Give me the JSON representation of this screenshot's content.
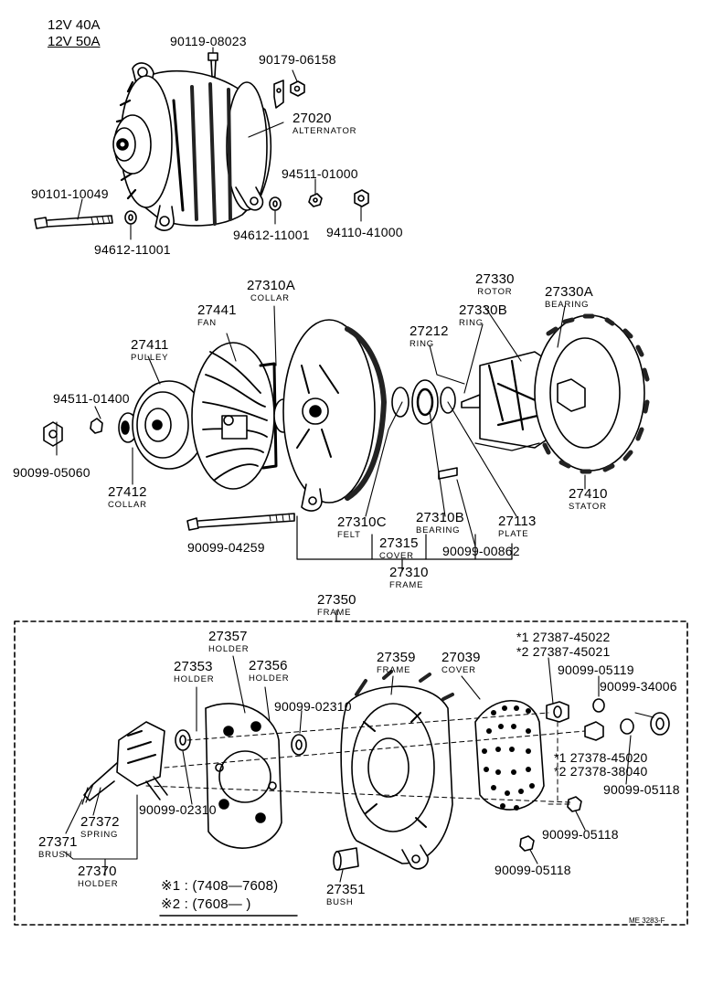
{
  "header": {
    "line1": "12V 40A",
    "line2": "12V 50A"
  },
  "parts": {
    "p90119_08023": "90119-08023",
    "p90179_06158": "90179-06158",
    "p27020": "27020",
    "p27020_name": "ALTERNATOR",
    "p94511_01000": "94511-01000",
    "p90101_10049": "90101-10049",
    "p94612_11001_a": "94612-11001",
    "p94612_11001_b": "94612-11001",
    "p94110_41000": "94110-41000",
    "p27330": "27330",
    "p27330_name": "ROTOR",
    "p27310A": "27310A",
    "p27310A_name": "COLLAR",
    "p27330A": "27330A",
    "p27330A_name": "BEARING",
    "p27441": "27441",
    "p27441_name": "FAN",
    "p27330B": "27330B",
    "p27330B_name": "RING",
    "p27212": "27212",
    "p27212_name": "RING",
    "p27411": "27411",
    "p27411_name": "PULLEY",
    "p94511_01400": "94511-01400",
    "p90099_05060": "90099-05060",
    "p27412": "27412",
    "p27412_name": "COLLAR",
    "p27410": "27410",
    "p27410_name": "STATOR",
    "p27310C": "27310C",
    "p27310C_name": "FELT",
    "p27310B": "27310B",
    "p27310B_name": "BEARING",
    "p27113": "27113",
    "p27113_name": "PLATE",
    "p90099_04259": "90099-04259",
    "p27315": "27315",
    "p27315_name": "COVER",
    "p90099_00862": "90099-00862",
    "p27310": "27310",
    "p27310_name": "FRAME",
    "p27350": "27350",
    "p27350_name": "FRAME",
    "p27387_45022": "*1 27387-45022",
    "p227387_45021": "*2 27387-45021",
    "p27357": "27357",
    "p27357_name": "HOLDER",
    "p27353": "27353",
    "p27353_name": "HOLDER",
    "p27356": "27356",
    "p27356_name": "HOLDER",
    "p27359": "27359",
    "p27359_name": "FRAME",
    "p27039": "27039",
    "p27039_name": "COVER",
    "p90099_05119": "90099-05119",
    "p90099_34006": "90099-34006",
    "p90099_02310_a": "90099-02310",
    "p90099_02310_b": "90099-02310",
    "p127378_45020": "*1 27378-45020",
    "p227378_38040": "*2 27378-38040",
    "p90099_05118_a": "90099-05118",
    "p90099_05118_b": "90099-05118",
    "p90099_05118_c": "90099-05118",
    "p27372": "27372",
    "p27372_name": "SPRING",
    "p27371": "27371",
    "p27371_name": "BRUSH",
    "p27370": "27370",
    "p27370_name": "HOLDER",
    "p27351": "27351",
    "p27351_name": "BUSH"
  },
  "notes": {
    "n1": "※1 : (7408—7608)",
    "n2": "※2 : (7608—        )"
  },
  "ref_code": "ME 3283-F"
}
